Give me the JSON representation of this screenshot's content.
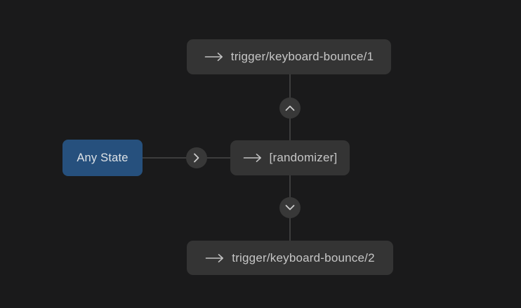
{
  "graph": {
    "nodes": {
      "trigger1": {
        "label": "trigger/keyboard-bounce/1",
        "type": "state"
      },
      "randomizer": {
        "label": "[randomizer]",
        "type": "state"
      },
      "trigger2": {
        "label": "trigger/keyboard-bounce/2",
        "type": "state"
      },
      "any_state": {
        "label": "Any State",
        "type": "entry"
      }
    },
    "icons": {
      "transition_arrow": "long-right-arrow",
      "badge_up": "chevron-up",
      "badge_right": "chevron-right",
      "badge_down": "chevron-down"
    },
    "colors": {
      "background": "#1a1a1b",
      "node_background": "#343434",
      "any_state_background": "#26507d",
      "node_text": "#c6c6c6",
      "any_state_text": "#dde2e6",
      "connector_line": "#3d3d3d",
      "badge_background": "#383838",
      "icon_stroke": "#c2c2c2"
    }
  }
}
